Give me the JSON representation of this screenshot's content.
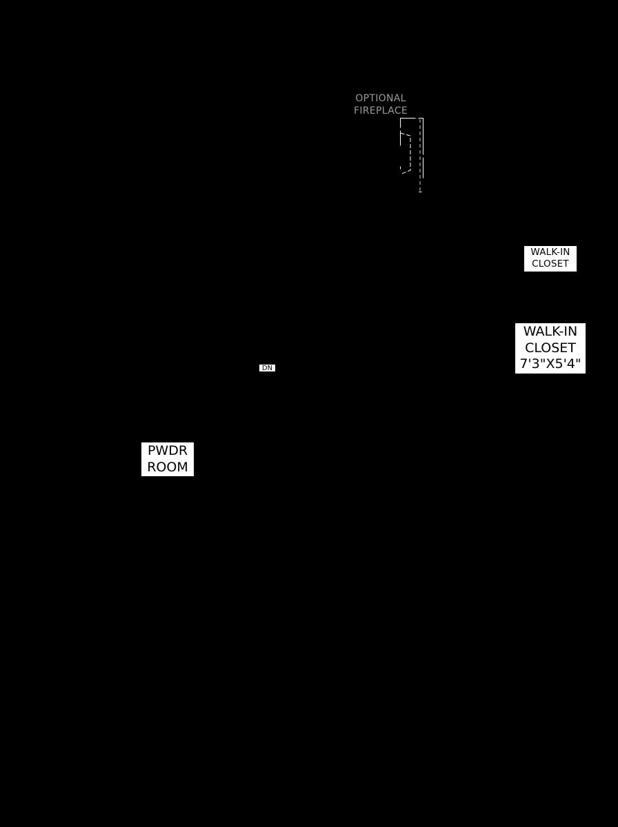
{
  "plan": {
    "background_color": "#000000",
    "label_color": "#ffffff",
    "note_color": "#9a9a9a"
  },
  "labels": {
    "walk_in_closet_small": {
      "line1": "WALK-IN",
      "line2": "CLOSET"
    },
    "walk_in_closet_main": {
      "line1": "WALK-IN",
      "line2": "CLOSET",
      "dimensions": "7'3\"X5'4\""
    },
    "powder_room": {
      "line1": "PWDR",
      "line2": "ROOM"
    },
    "stairs": {
      "direction": "DN"
    },
    "fireplace_note": {
      "line1": "OPTIONAL",
      "line2": "FIREPLACE"
    }
  },
  "icons": {
    "fireplace": "fireplace-icon"
  }
}
